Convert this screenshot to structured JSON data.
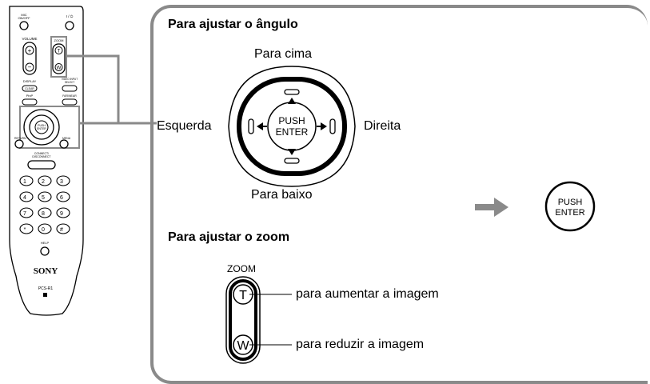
{
  "remote": {
    "mic_label": "MIC\nON/OFF",
    "power_label": "I / ⏻",
    "volume_label": "VOLUME",
    "zoom_label": "ZOOM",
    "display_label": "DISPLAY",
    "clear_label": "CLEAR",
    "videoinput_label": "VIDEO INPUT SELECT",
    "pip_label": "PinP",
    "farnear_label": "FAR/NEAR",
    "return_label": "RETURN",
    "menu_label": "MENU",
    "push_enter": "PUSH ENTER",
    "connect_label": "CONNECT/ DISCONNECT",
    "help_label": "HELP",
    "brand": "SONY",
    "model": "PCS-R1",
    "keys": [
      "1",
      "2",
      "3",
      "4",
      "5",
      "6",
      "7",
      "8",
      "9",
      "*",
      "0",
      "#"
    ]
  },
  "angle": {
    "title": "Para ajustar o ângulo",
    "up": "Para cima",
    "down": "Para baixo",
    "left": "Esquerda",
    "right": "Direita",
    "push": "PUSH",
    "enter": "ENTER"
  },
  "enter_button": {
    "push": "PUSH",
    "enter": "ENTER"
  },
  "zoom": {
    "title": "Para ajustar o zoom",
    "label": "ZOOM",
    "t_key": "T",
    "w_key": "W",
    "t_desc": "para aumentar a imagem",
    "w_desc": "para reduzir a imagem"
  },
  "colors": {
    "frame": "#8a8a8a",
    "arrow": "#8a8a8a"
  }
}
